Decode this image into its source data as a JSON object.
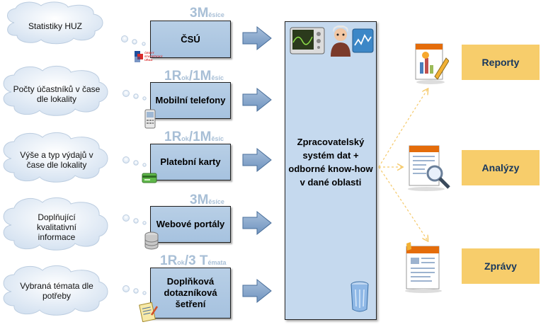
{
  "sources": [
    {
      "cloud": "Statistiky HUZ",
      "box": "ČSÚ",
      "freq_big1": "3M",
      "freq_small1": "ěsíce",
      "freq_big2": "",
      "freq_small2": "",
      "icon": "czso-logo-icon"
    },
    {
      "cloud": "Počty účastníků v čase dle lokality",
      "box": "Mobilní telefony",
      "freq_big1": "1R",
      "freq_small1": "ok",
      "freq_big2": "/1M",
      "freq_small2": "ěsíc",
      "icon": "mobile-phone-icon"
    },
    {
      "cloud": "Výše a typ výdajů v čase dle lokality",
      "box": "Platební karty",
      "freq_big1": "1R",
      "freq_small1": "ok",
      "freq_big2": "/1M",
      "freq_small2": "ěsíc",
      "icon": "payment-card-icon"
    },
    {
      "cloud": "Doplňující kvalitativní informace",
      "box": "Webové portály",
      "freq_big1": "3M",
      "freq_small1": "ěsíce",
      "freq_big2": "",
      "freq_small2": "",
      "icon": "database-icon"
    },
    {
      "cloud": "Vybraná témata dle potřeby",
      "box": "Doplňková dotazníková šetření",
      "freq_big1": "1R",
      "freq_small1": "ok",
      "freq_big2": "/3 T",
      "freq_small2": "émata",
      "icon": "questionnaire-icon"
    }
  ],
  "czso_logo_text": "ČESKÝ STATISTICKÝ ÚŘAD",
  "center_text": "Zpracovatelský systém dat + odborné know-how v dané oblasti",
  "outputs": [
    {
      "label": "Reporty",
      "icon": "report-chart-icon"
    },
    {
      "label": "Analýzy",
      "icon": "analysis-magnifier-icon"
    },
    {
      "label": "Zprávy",
      "icon": "news-document-icon"
    }
  ],
  "colors": {
    "box": "#b8cfe6",
    "center": "#c5d9ee",
    "output": "#f7cd6b",
    "cloud": "#d9e6f3",
    "arrow": "#7a9cc4",
    "dashed_arrow": "#f5c96a",
    "freq": "#a8bfd6"
  }
}
